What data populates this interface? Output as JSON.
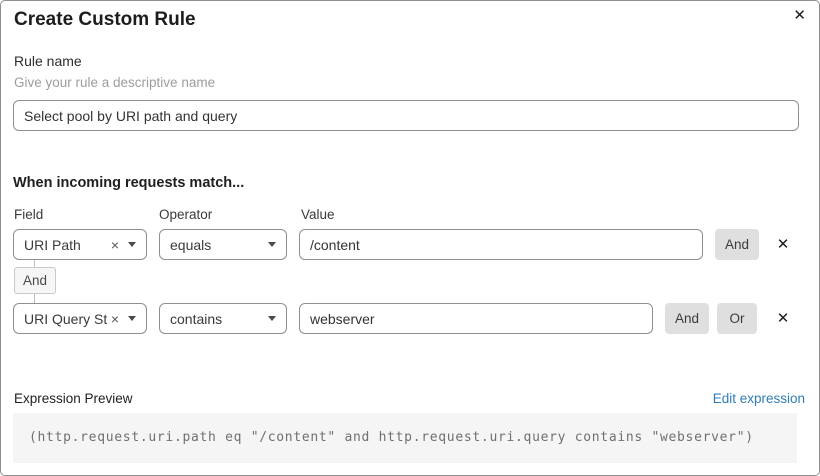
{
  "dialog": {
    "title": "Create Custom Rule"
  },
  "icons": {
    "close": "✕",
    "remove_row": "✕",
    "clear_selection": "×",
    "caret": "chevron-down"
  },
  "rule_name": {
    "label": "Rule name",
    "hint": "Give your rule a descriptive name",
    "value": "Select pool by URI path and query"
  },
  "matcher": {
    "heading": "When incoming requests match...",
    "columns": {
      "field": "Field",
      "operator": "Operator",
      "value": "Value"
    },
    "connector": "And",
    "rows": [
      {
        "field": "URI Path",
        "operator": "equals",
        "value": "/content",
        "buttons": [
          "And"
        ]
      },
      {
        "field": "URI Query St...",
        "operator": "contains",
        "value": "webserver",
        "buttons": [
          "And",
          "Or"
        ]
      }
    ]
  },
  "preview": {
    "label": "Expression Preview",
    "edit_link": "Edit expression",
    "expression": "(http.request.uri.path eq \"/content\" and http.request.uri.query contains \"webserver\")"
  },
  "colors": {
    "link_blue": "#2e7eb5",
    "button_gray": "#dfdfdf",
    "border_gray": "#8f8f8f",
    "code_background": "#f5f5f5"
  }
}
